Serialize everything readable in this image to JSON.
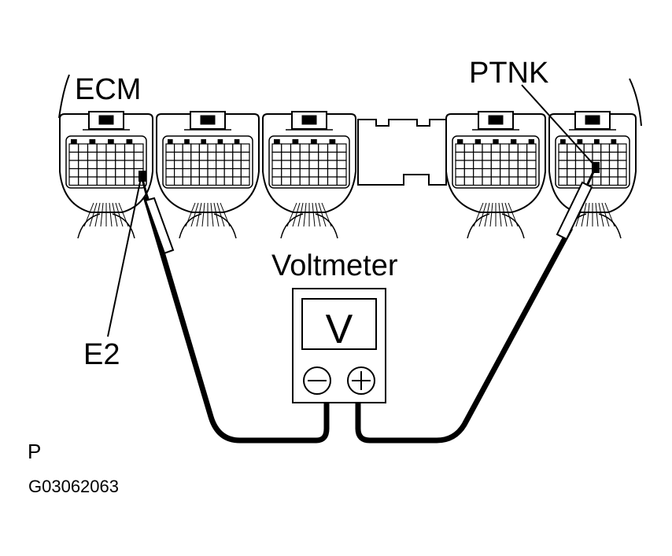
{
  "labels": {
    "ecm": "ECM",
    "ptnk": "PTNK",
    "e2": "E2",
    "voltmeter": "Voltmeter",
    "display_symbol": "V",
    "corner_letter": "P",
    "figure_code": "G03062063"
  },
  "colors": {
    "ink": "#000000",
    "paper": "#ffffff"
  },
  "icons": {
    "negative_terminal": "minus-circle-icon",
    "positive_terminal": "plus-circle-icon"
  }
}
